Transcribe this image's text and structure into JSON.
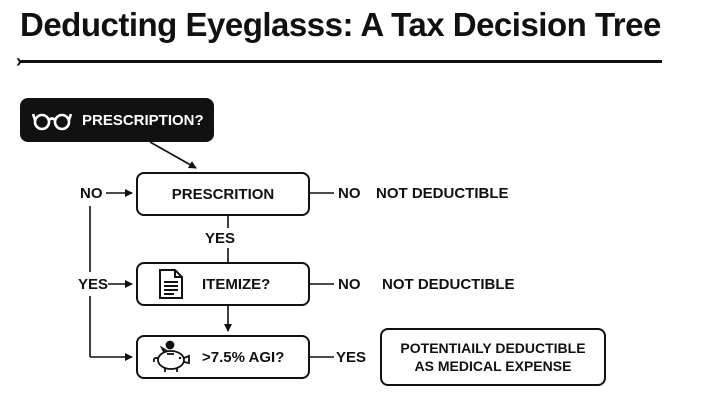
{
  "title": "Deducting Eyeglasss: A Tax Decision Tree",
  "start": {
    "label": "PRESCRIPTION?",
    "icon": "glasses-icon"
  },
  "nodes": [
    {
      "label": "PRESCRITION"
    },
    {
      "label": "ITEMIZE?",
      "icon": "document-icon"
    },
    {
      "label": ">7.5% AGI?",
      "icon": "piggy-bank-icon"
    }
  ],
  "edges": {
    "left_no": "NO",
    "left_yes": "YES",
    "down_yes": "YES",
    "n1_no": "NO",
    "n2_no": "NO",
    "n3_yes": "YES"
  },
  "outcomes": {
    "n1": "NOT DEDUCTIBLE",
    "n2": "NOT DEDUCTIBLE",
    "final_line1": "POTENTIAILY DEDUCTIBLE",
    "final_line2": "AS MEDICAL EXPENSE"
  },
  "colors": {
    "ink": "#111111",
    "background": "#ffffff"
  }
}
